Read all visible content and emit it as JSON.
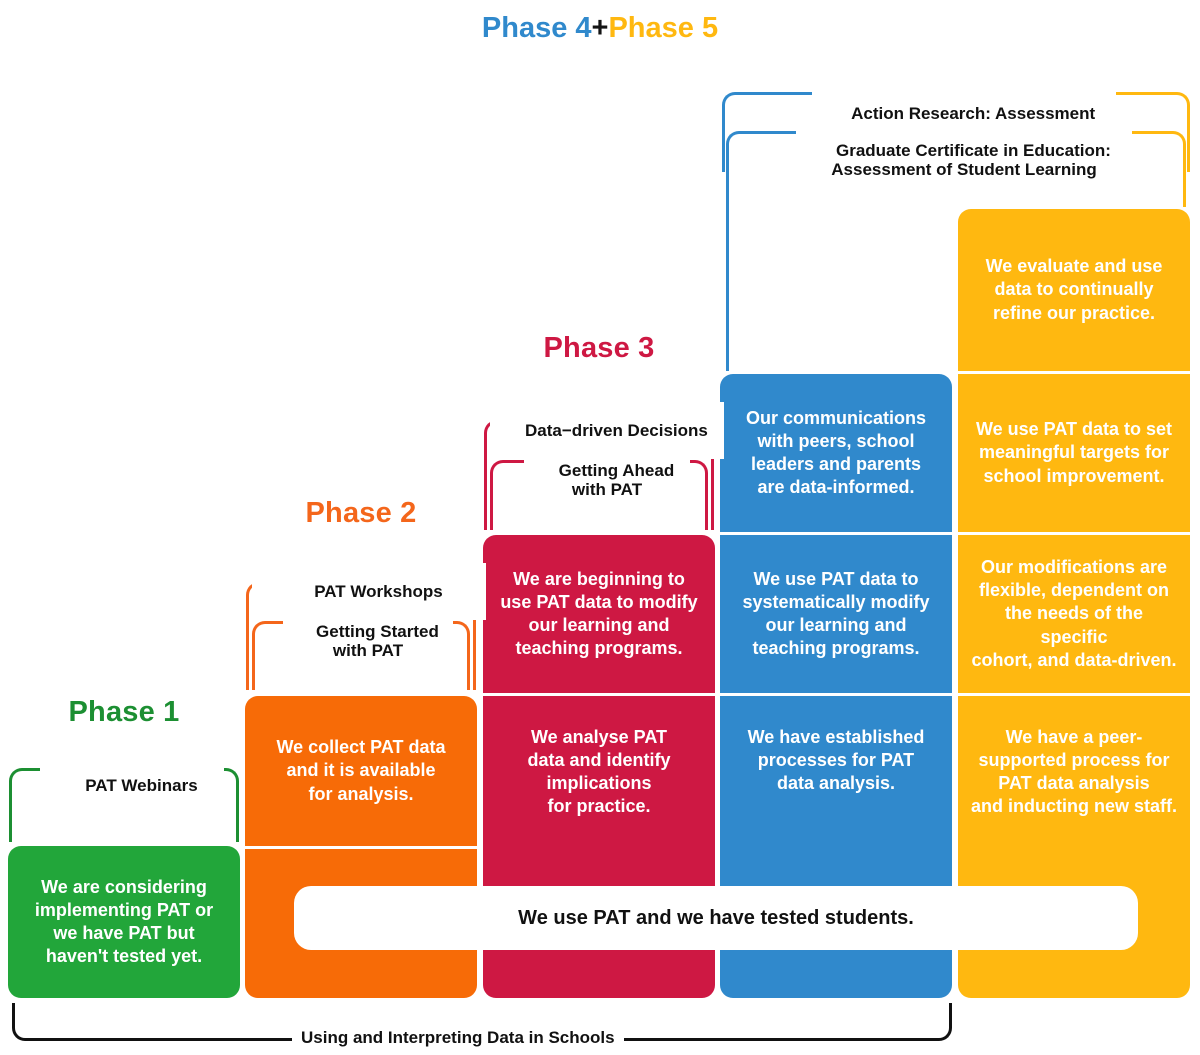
{
  "top_heading": {
    "phase4": "Phase 4",
    "plus": "+",
    "phase5": "Phase 5"
  },
  "colors": {
    "green": "#22a63a",
    "orange": "#f76b07",
    "red": "#ce1843",
    "blue": "#3089cc",
    "yellow": "#ffb810",
    "green_title": "#1c8f32",
    "orange_title": "#f4661b",
    "red_title": "#ce1843",
    "bracket_black": "#111111"
  },
  "phases": [
    {
      "id": "phase-1",
      "title": "Phase 1",
      "color": "#22a63a",
      "brackets": [
        {
          "label": "PAT Webinars"
        }
      ],
      "cells": [
        {
          "text": "We are considering\nimplementing PAT or\nwe have PAT but\nhaven't tested yet."
        }
      ]
    },
    {
      "id": "phase-2",
      "title": "Phase 2",
      "color": "#f76b07",
      "brackets": [
        {
          "label": "PAT Workshops"
        },
        {
          "label": "Getting Started\nwith PAT"
        }
      ],
      "cells": [
        {
          "text": "We collect PAT data\nand it is available\nfor analysis."
        }
      ]
    },
    {
      "id": "phase-3",
      "title": "Phase 3",
      "color": "#ce1843",
      "brackets": [
        {
          "label": "Data−driven Decisions"
        },
        {
          "label": "Getting Ahead\nwith PAT"
        }
      ],
      "cells": [
        {
          "text": "We are beginning to\nuse PAT data to modify\nour learning and\nteaching programs."
        },
        {
          "text": "We analyse PAT\ndata and identify\nimplications\nfor practice."
        }
      ]
    },
    {
      "id": "phase-4",
      "title": "Phase 4",
      "color": "#3089cc",
      "brackets": [],
      "cells": [
        {
          "text": "Our communications\nwith peers, school\nleaders and parents\nare data-informed."
        },
        {
          "text": "We use PAT data to\nsystematically modify\nour learning and\nteaching programs."
        },
        {
          "text": "We have established\nprocesses for PAT\ndata analysis."
        }
      ]
    },
    {
      "id": "phase-5",
      "title": "Phase 5",
      "color": "#ffb810",
      "brackets": [],
      "cells": [
        {
          "text": "We evaluate and use\ndata to continually\nrefine our practice."
        },
        {
          "text": "We use PAT data to set\nmeaningful targets for\nschool improvement."
        },
        {
          "text": "Our modifications are\nflexible, dependent on\nthe needs of the specific\ncohort, and data-driven."
        },
        {
          "text": "We have a peer-\nsupported process for\nPAT data analysis\nand inducting new staff."
        }
      ]
    }
  ],
  "shared_brackets": {
    "action_research": "Action Research: Assessment",
    "graduate_certificate": "Graduate Certificate in Education:\nAssessment of Student Learning"
  },
  "banner": {
    "text": "We use PAT and we have tested students."
  },
  "bottom_bracket": {
    "label": "Using and Interpreting Data in Schools"
  }
}
